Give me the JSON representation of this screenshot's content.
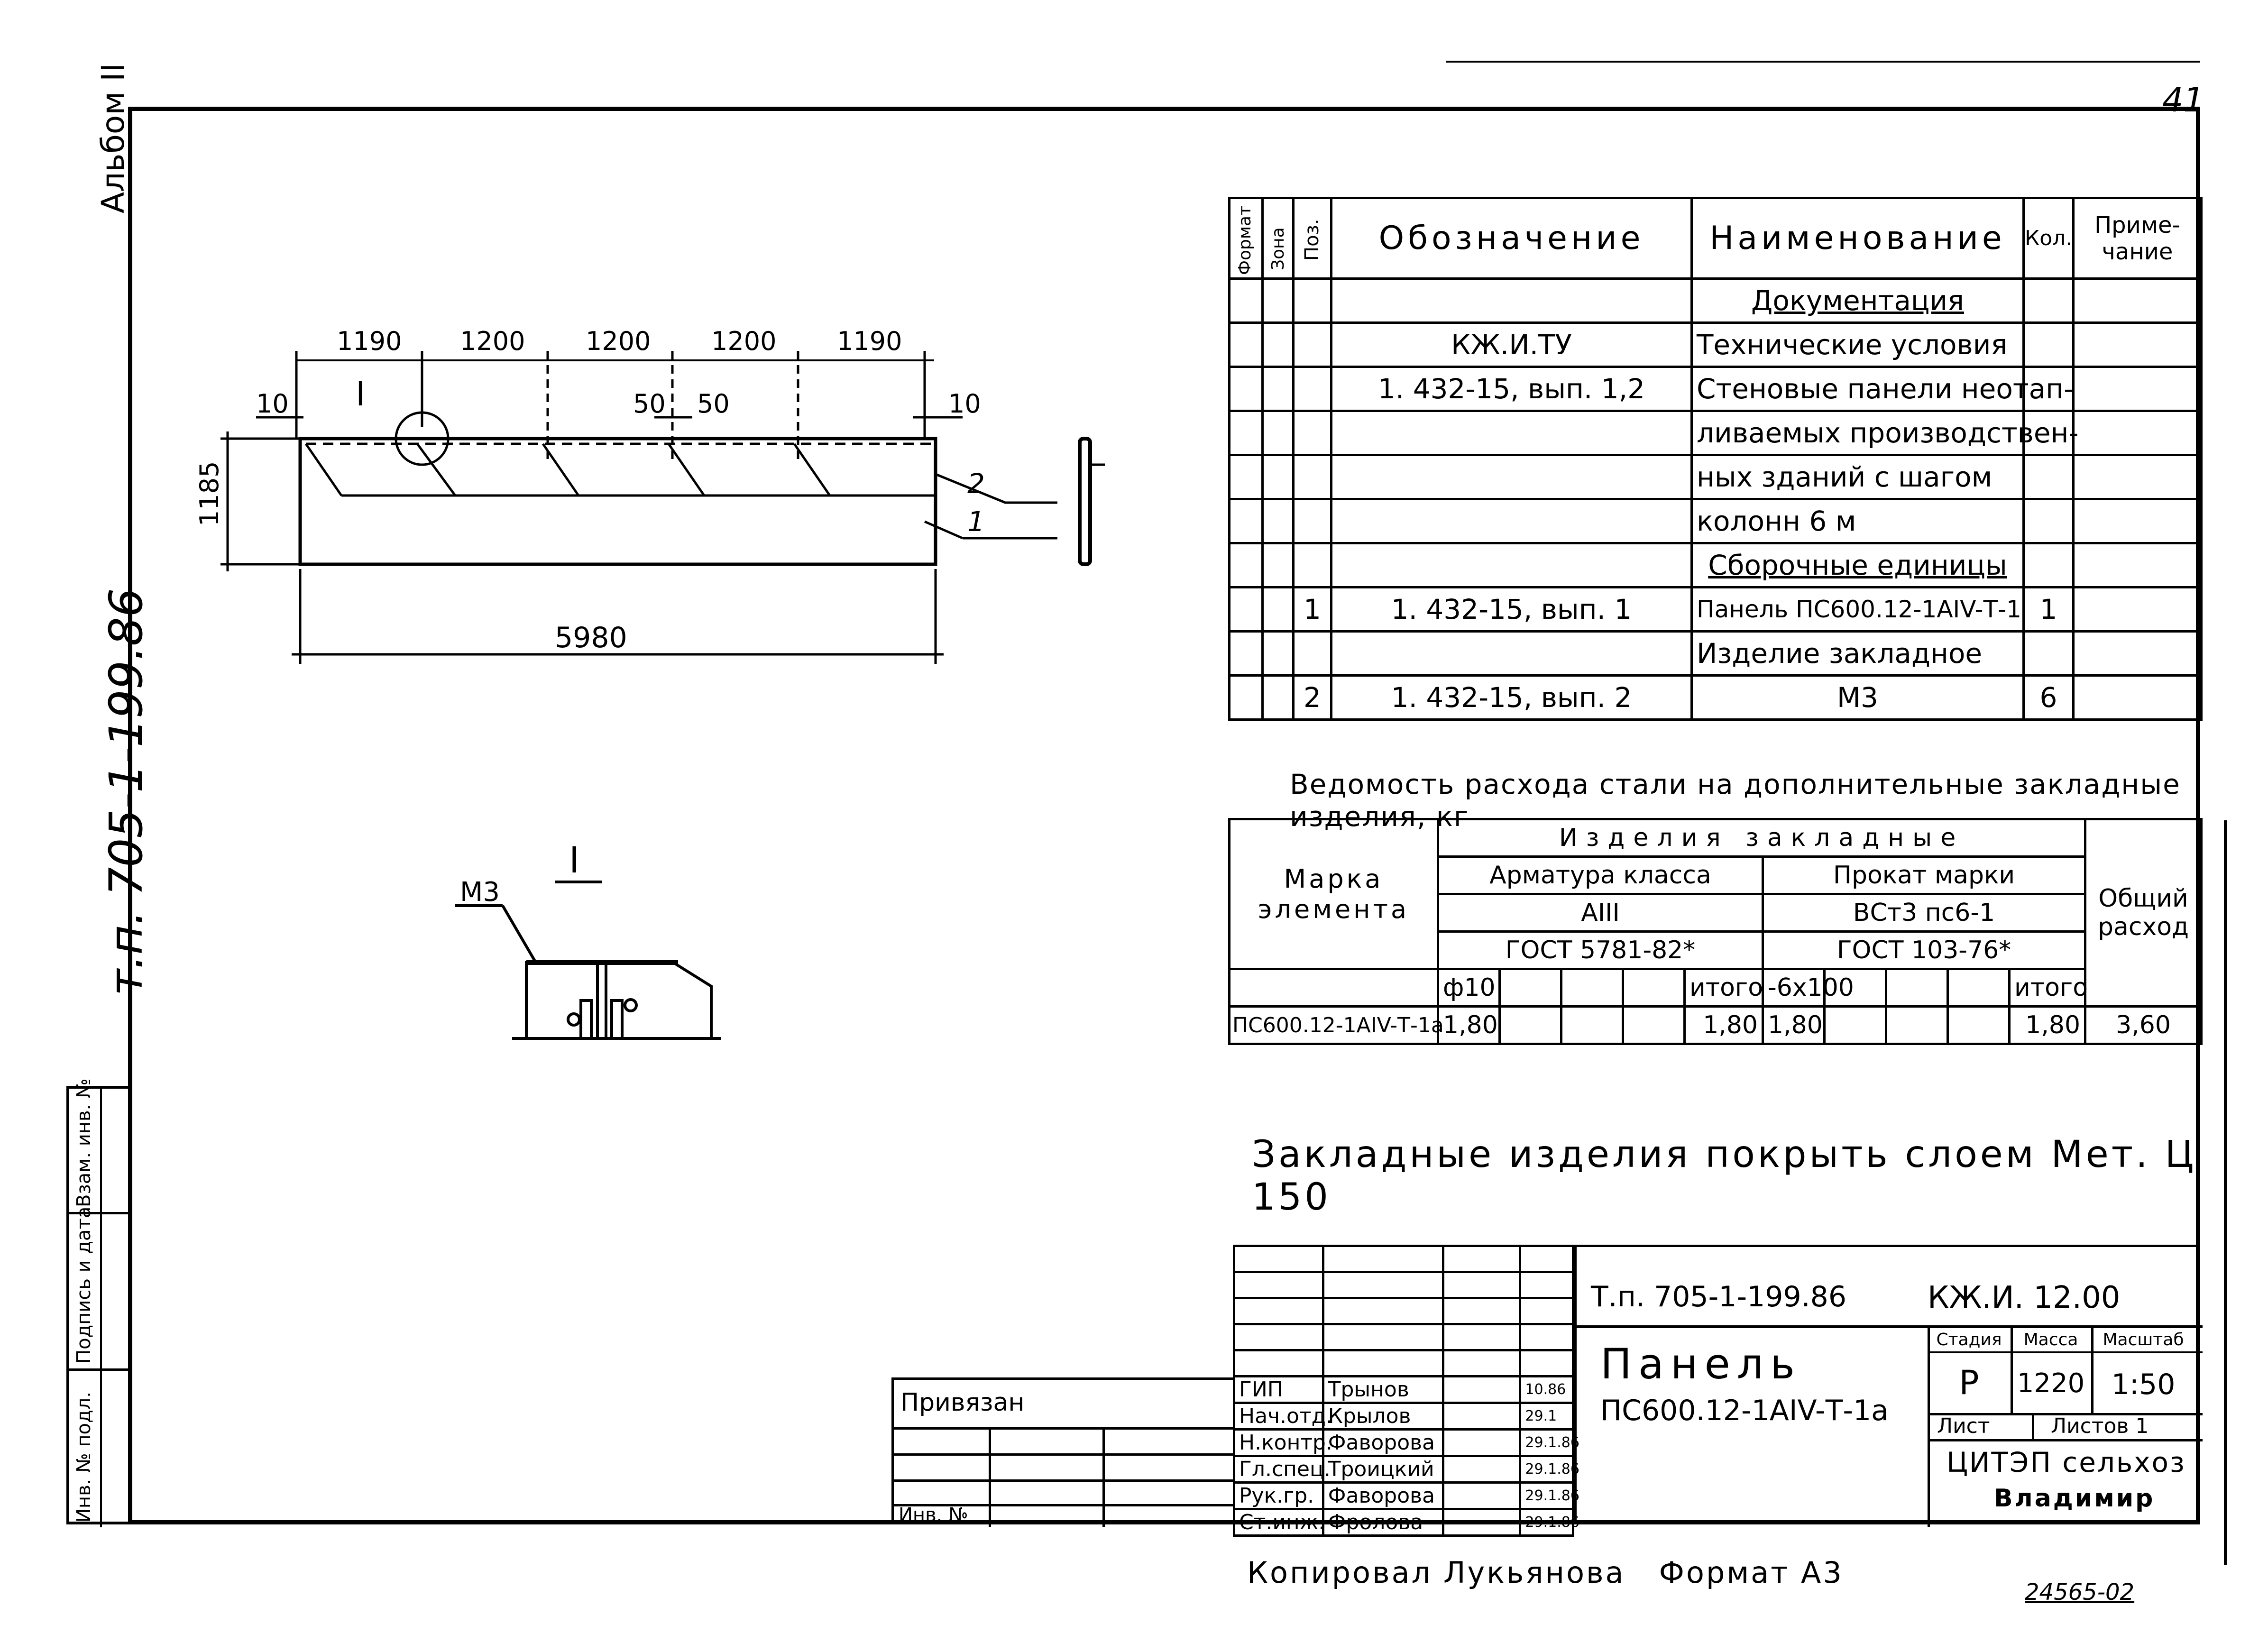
{
  "sheet": {
    "album": "Альбом II",
    "project_code": "т.п. 705-1-199.86",
    "sheet_number": "41",
    "left_strip": [
      "Инв. № подл.",
      "Подпись и дата",
      "Взам. инв. №"
    ]
  },
  "drawing": {
    "dims_top": [
      "1190",
      "1200",
      "1200",
      "1200",
      "1190"
    ],
    "dim_left_10": "10",
    "dim_right_10": "10",
    "dim_50a": "50",
    "dim_50b": "50",
    "height": "1185",
    "length": "5980",
    "callout": "I",
    "pos1": "1",
    "pos2": "2"
  },
  "detail": {
    "title": "I",
    "label": "М3"
  },
  "spec_table": {
    "headers": {
      "format": "Формат",
      "zone": "Зона",
      "pos": "Поз.",
      "designation": "Обозначение",
      "name": "Наименование",
      "qty": "Кол.",
      "note": "Приме-чание"
    },
    "rows": [
      {
        "pos": "",
        "designation": "",
        "name": "Документация",
        "qty": "",
        "underline": true
      },
      {
        "pos": "",
        "designation": "КЖ.И.ТУ",
        "name": "Технические условия",
        "qty": ""
      },
      {
        "pos": "",
        "designation": "1. 432-15, вып. 1,2",
        "name": "Стеновые панели неотап-",
        "qty": ""
      },
      {
        "pos": "",
        "designation": "",
        "name": "ливаемых производствен-",
        "qty": ""
      },
      {
        "pos": "",
        "designation": "",
        "name": "ных зданий с шагом",
        "qty": ""
      },
      {
        "pos": "",
        "designation": "",
        "name": "колонн  6 м",
        "qty": ""
      },
      {
        "pos": "",
        "designation": "",
        "name": "Сборочные единицы",
        "qty": "",
        "underline": true
      },
      {
        "pos": "1",
        "designation": "1. 432-15, вып. 1",
        "name": "Панель ПС600.12-1АIV-Т-1",
        "qty": "1"
      },
      {
        "pos": "",
        "designation": "",
        "name": "Изделие закладное",
        "qty": ""
      },
      {
        "pos": "2",
        "designation": "1. 432-15, вып. 2",
        "name": "М3",
        "qty": "6"
      }
    ]
  },
  "steel_table": {
    "title": "Ведомость расхода стали на дополнительные закладные изделия, кг",
    "col_mark": "Марка элемента",
    "group": "Изделия закладные",
    "rebar_class": "Арматура класса",
    "rebar_type": "АIII",
    "rebar_gost": "ГОСТ 5781-82*",
    "rolled": "Прокат марки",
    "rolled_type": "ВСт3 пс6-1",
    "rolled_gost": "ГОСТ 103-76*",
    "total": "Общий расход",
    "sub_d10": "ф10",
    "sub_itogo1": "итого",
    "sub_6x100": "-6х100",
    "sub_itogo2": "итого",
    "row": {
      "mark": "ПС600.12-1АIV-Т-1а",
      "d10": "1,80",
      "itogo1": "1,80",
      "s6x100": "1,80",
      "itogo2": "1,80",
      "total": "3,60"
    }
  },
  "note": "Закладные изделия покрыть слоем Мет. Ц 150",
  "title_block": {
    "project": "Т.п. 705-1-199.86",
    "code": "КЖ.И. 12.00",
    "title_line1": "Панель",
    "title_line2": "ПС600.12-1АIV-Т-1а",
    "stage_h": "Стадия",
    "mass_h": "Масса",
    "scale_h": "Масштаб",
    "stage": "Р",
    "mass": "1220",
    "scale": "1:50",
    "sheet_h": "Лист",
    "sheets_h": "Листов 1",
    "org1": "ЦИТЭП сельхоз",
    "org2": "Владимир",
    "privyazan": "Привязан",
    "inv": "Инв. №",
    "people": [
      {
        "role": "ГИП",
        "name": "Трынов",
        "date": "10.86"
      },
      {
        "role": "Нач.отд.",
        "name": "Крылов",
        "date": "29.1"
      },
      {
        "role": "Н.контр.",
        "name": "Фаворова",
        "date": "29.1.86"
      },
      {
        "role": "Гл.спец.",
        "name": "Троицкий",
        "date": "29.1.86"
      },
      {
        "role": "Рук.гр.",
        "name": "Фаворова",
        "date": "29.1.86"
      },
      {
        "role": "Ст.инж.",
        "name": "Фролова",
        "date": "29.1.86"
      }
    ]
  },
  "footer": {
    "copied": "Копировал Лукьянова",
    "format": "Формат А3",
    "stamp": "24565-02"
  }
}
